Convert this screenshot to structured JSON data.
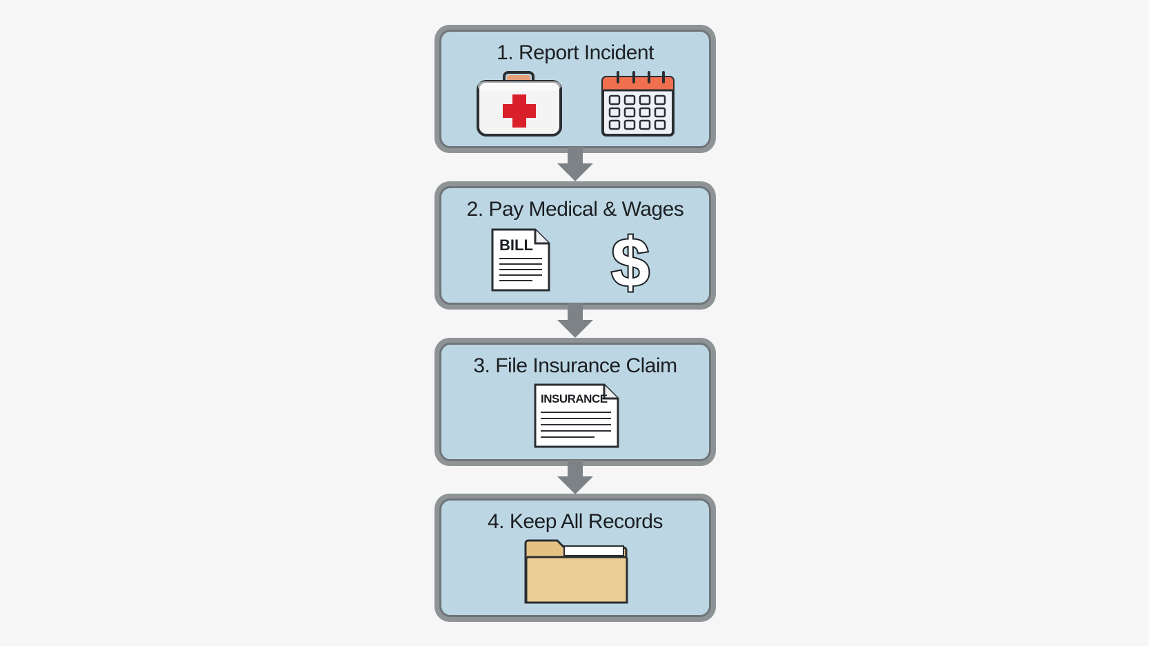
{
  "steps": [
    {
      "title": "1. Report Incident",
      "icons": [
        "first-aid-kit-icon",
        "calendar-icon"
      ]
    },
    {
      "title": "2. Pay Medical & Wages",
      "icons": [
        "bill-document-icon",
        "dollar-sign-icon"
      ],
      "bill_label": "BILL",
      "dollar_symbol": "$"
    },
    {
      "title": "3. File Insurance Claim",
      "icons": [
        "insurance-document-icon"
      ],
      "doc_label": "INSURANCE"
    },
    {
      "title": "4. Keep All Records",
      "icons": [
        "folder-icon"
      ]
    }
  ],
  "colors": {
    "box_fill": "#bcd7e3",
    "box_border": "#8e9396",
    "arrow": "#7d8286",
    "cross_red": "#d9202a",
    "calendar_header": "#ef6f4f",
    "folder": "#e8c98a"
  }
}
